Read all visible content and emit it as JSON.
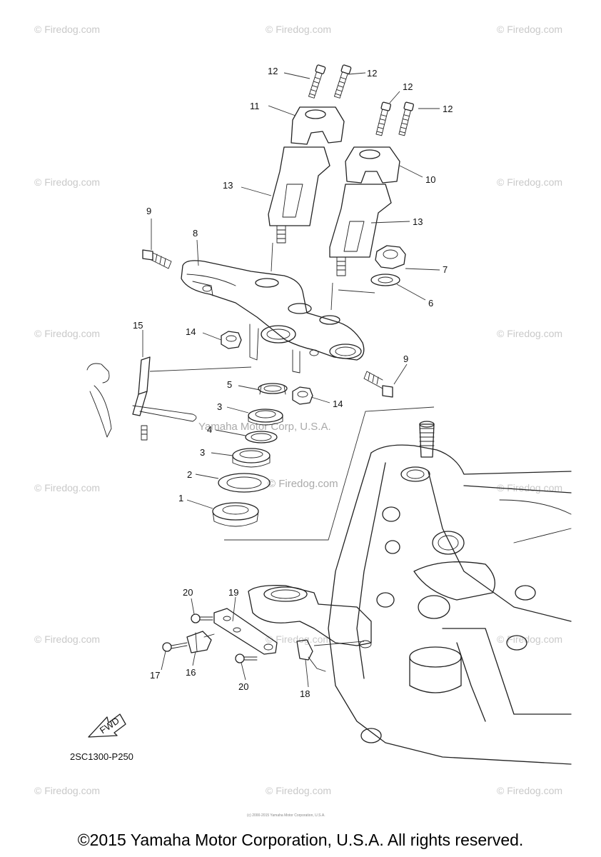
{
  "watermarks": {
    "firedog": "© Firedog.com",
    "yamaha_center": "Yamaha Motor Corp, U.S.A.",
    "firedog_center": "© Firedog.com"
  },
  "callouts": {
    "c1": "1",
    "c2": "2",
    "c3a": "3",
    "c3b": "3",
    "c4": "4",
    "c5": "5",
    "c6": "6",
    "c7": "7",
    "c8": "8",
    "c9a": "9",
    "c9b": "9",
    "c10": "10",
    "c11": "11",
    "c12a": "12",
    "c12b": "12",
    "c12c": "12",
    "c12d": "12",
    "c13a": "13",
    "c13b": "13",
    "c14a": "14",
    "c14b": "14",
    "c15": "15",
    "c16": "16",
    "c17": "17",
    "c18": "18",
    "c19": "19",
    "c20a": "20",
    "c20b": "20"
  },
  "fwd_label": "FWD",
  "diagram_code": "2SC1300-P250",
  "tiny_notice": "(c) 2000-2015 Yamaha Motor Corporation, U.S.A.",
  "copyright": "©2015 Yamaha Motor Corporation, U.S.A. All rights reserved."
}
